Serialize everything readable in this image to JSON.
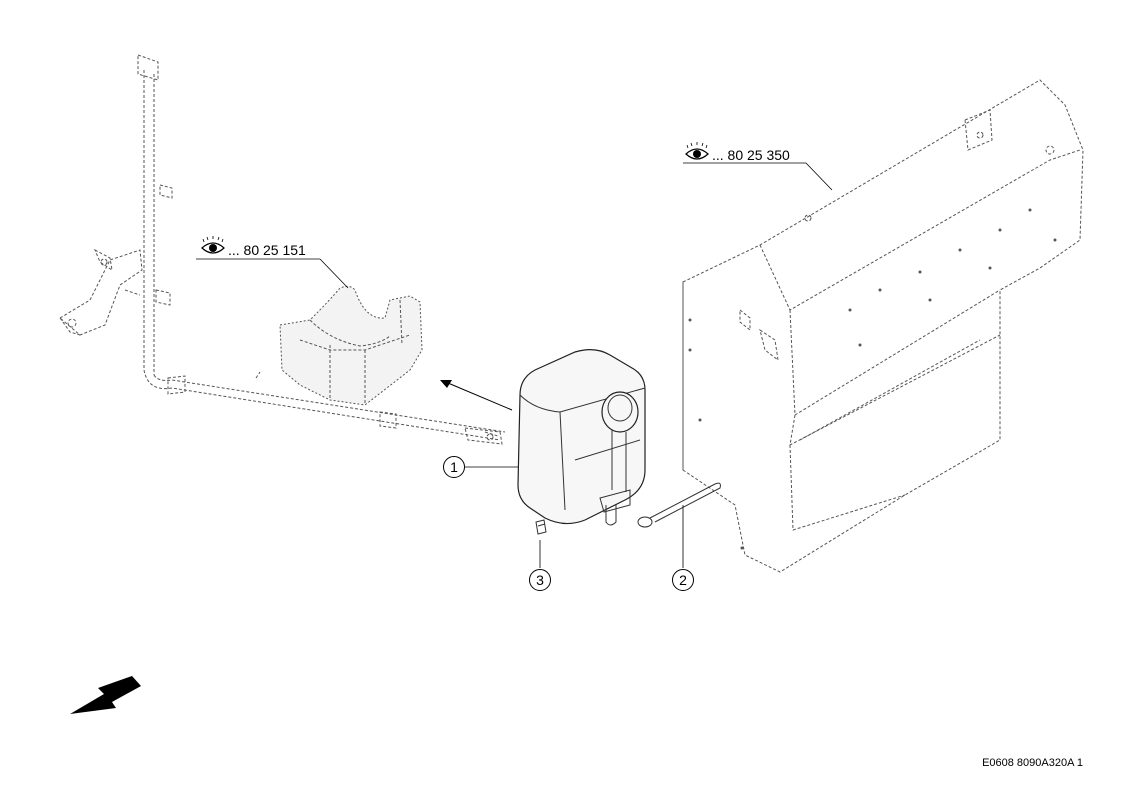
{
  "references": [
    {
      "id": "ref-a",
      "text": "... 80 25 151",
      "icon": "eye-icon"
    },
    {
      "id": "ref-b",
      "text": "... 80 25 350",
      "icon": "eye-icon"
    }
  ],
  "callouts": [
    {
      "id": "callout-1",
      "label": "1"
    },
    {
      "id": "callout-2",
      "label": "2"
    },
    {
      "id": "callout-3",
      "label": "3"
    }
  ],
  "drawing_code": "E0608 8090A320A 1",
  "colors": {
    "line": "#000000",
    "background": "#ffffff"
  }
}
